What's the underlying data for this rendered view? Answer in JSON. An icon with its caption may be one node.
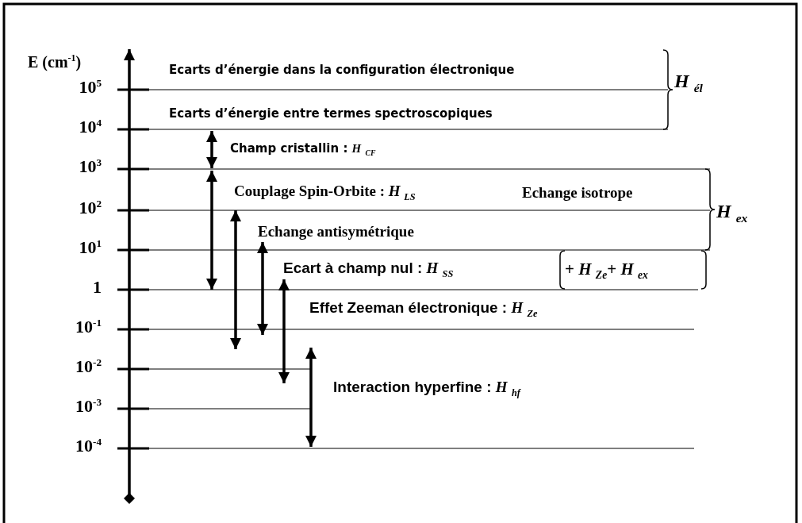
{
  "diagram": {
    "labels": [
      "E (cm$^{-1}$)",
      "Ecarts d’énergie dans la configuration électronique",
      "10$^{5}$",
      "*H* $_{él}$",
      "Ecarts d’énergie entre termes spectroscopiques",
      "10$^{4}$",
      "Champ cristallin :  *H* $_{CF}$",
      "10$^{3}$",
      "Couplage Spin-Orbite : *H* $_{LS}$",
      "Echange isotrope",
      "10$^{2}$",
      "*H* $_{ex}$",
      "Echange antisymétrique",
      "10$^{1}$",
      "Ecart à champ nul : *H* $_{SS}$",
      "+ *H* $_{Ze}$+ *H* $_{ex}$",
      "1",
      "Effet Zeeman électronique : *H* $_{Ze}$",
      "10$^{-1}$",
      "10$^{-2}$",
      "Interaction hyperfine : *H* $_{hf}$",
      "10$^{-3}$",
      "10$^{-4}$"
    ]
  }
}
